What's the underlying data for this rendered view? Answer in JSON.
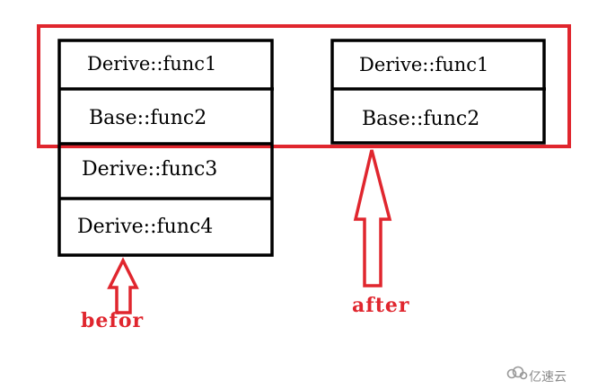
{
  "colors": {
    "highlight": "#e0262e",
    "ink": "#000000",
    "watermark": "#9a9a9a"
  },
  "before_table": {
    "cells": [
      "Derive::func1",
      "Base::func2",
      "Derive::func3",
      "Derive::func4"
    ],
    "label": "befor"
  },
  "after_table": {
    "cells": [
      "Derive::func1",
      "Base::func2"
    ],
    "label": "after"
  },
  "watermark": {
    "text": "亿速云",
    "icon": "cloud-logo-icon"
  }
}
